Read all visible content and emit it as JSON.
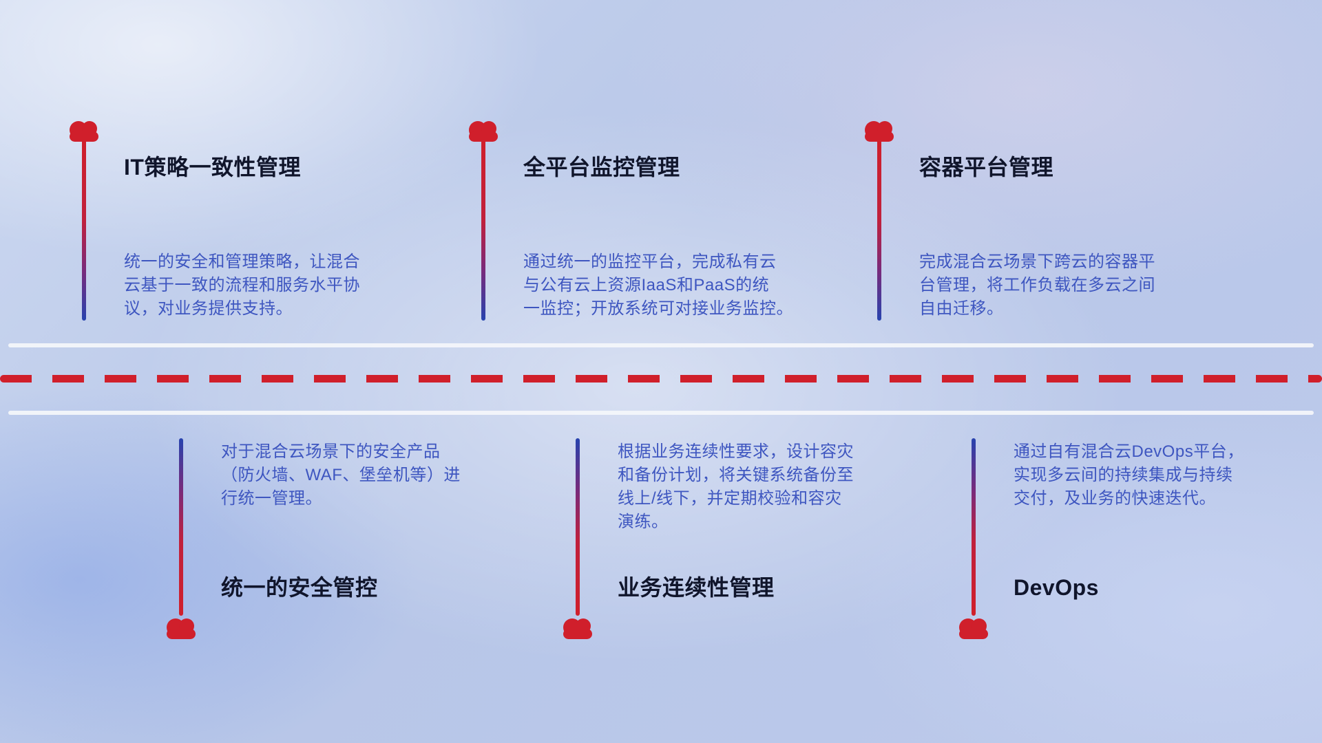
{
  "diagram": {
    "top_items": [
      {
        "title": "IT策略一致性管理",
        "description": "统一的安全和管理策略，让混合\n云基于一致的流程和服务水平协\n议，对业务提供支持。"
      },
      {
        "title": "全平台监控管理",
        "description": "通过统一的监控平台，完成私有云\n与公有云上资源IaaS和PaaS的统\n一监控；开放系统可对接业务监控。"
      },
      {
        "title": "容器平台管理",
        "description": "完成混合云场景下跨云的容器平\n台管理，将工作负载在多云之间\n自由迁移。"
      }
    ],
    "bottom_items": [
      {
        "title": "统一的安全管控",
        "description": "对于混合云场景下的安全产品\n（防火墙、WAF、堡垒机等）进\n行统一管理。"
      },
      {
        "title": "业务连续性管理",
        "description": "根据业务连续性要求，设计容灾\n和备份计划，将关键系统备份至\n线上/线下，并定期校验和容灾\n演练。"
      },
      {
        "title": "DevOps",
        "description": "通过自有混合云DevOps平台，\n实现多云间的持续集成与持续\n交付，及业务的快速迭代。"
      }
    ],
    "colors": {
      "accent_red": "#d01f2b",
      "accent_blue": "#2743ae",
      "title_color": "#10152b",
      "description_color": "#3e56c0"
    },
    "icons": {
      "marker": "cloud-icon"
    }
  }
}
